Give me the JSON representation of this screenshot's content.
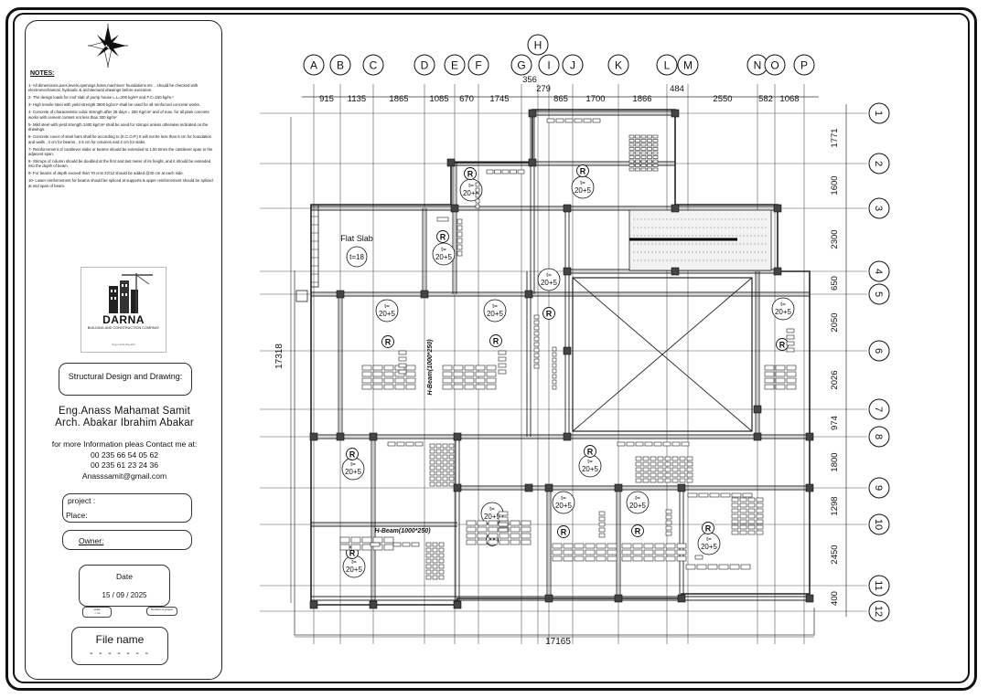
{
  "notes": {
    "title": "NOTES:",
    "items": [
      "1- All dimensions,axes,levels,openings,holes,machines' foundations etc .. should be checked with electromechanical, hydraulic & architectural drawings before execution.",
      "2- The design loads for roof slab of pump house L.L=200 kg/m² and F.C=150 kg/m.²",
      "3- High tensile steel with yield strength 3600 kg/cm² shall be used for all reinforced concrete works.",
      "4- Concrete of characteristic cubic strength after 28 days = 250 Kg/cm² and of max. for all plain concrete works with cement content not less than 300 kg/m²",
      "5- Mild steel with yield strength 2400 kg/cm² shall be used for stirrups unless otherwise indicated on the drawings.",
      "6- Concrete cover of steel bars shall be according to (E.C.O.P.) It will not be less than 5 cm for foundation and walls , 3 cm for beams , 2.5 cm for columns and 2 cm for slabs.",
      "7- Reinforcement of cantilever slabs or beams should be extended to 1.50 times the cantilever span to the adjacent span.",
      "8- Stirrups of column should be doubled at the first and last meter of its height, and it should be extended into the depth of beam.",
      "9- For beams of depth exceed than 70 cms 2∅12 should be added @30 cm at each side.",
      "10- Lower reinforcement for beams should be spliced at supports & upper reinforcement should be spliced at mid span of beam."
    ]
  },
  "logo": {
    "brand": "DARNA",
    "subtitle": "BUILDING AND CONSTRUCTION COMPANY",
    "tagline": "Sogo Hortit Republic"
  },
  "title_block": {
    "structural_label": "Structural Design and Drawing:",
    "engineer": "Eng.Anass Mahamat Samit",
    "architect": "Arch. Abakar Ibrahim Abakar",
    "contact_intro": "for more Information pleas Contact me at:",
    "phone1": "00 235 66 54 05 62",
    "phone2": "00 235 61 23 24 36",
    "email": "Anasssamit@gmail.com",
    "project_label": "project :",
    "place_label": "Place:",
    "owner_label": "Owner:",
    "date_label": "Date",
    "date_value": "15 / 09 / 2025",
    "scale_label": "scale",
    "scale_value": "- / no",
    "project_no_label": "Number of project",
    "file_label": "File name",
    "file_dashes": "- - - - - - -"
  },
  "plan": {
    "axes_letters": [
      "A",
      "B",
      "C",
      "D",
      "E",
      "F",
      "G",
      "H",
      "I",
      "J",
      "K",
      "L",
      "M",
      "N",
      "O",
      "P"
    ],
    "axes_numbers": [
      "1",
      "2",
      "3",
      "4",
      "5",
      "6",
      "7",
      "8",
      "9",
      "10",
      "11",
      "12"
    ],
    "top_dims": [
      "915",
      "1135",
      "1865",
      "1085",
      "670",
      "1745",
      "356",
      "279",
      "865",
      "1700",
      "1866",
      "484",
      "2550",
      "582",
      "1068"
    ],
    "right_dims": [
      "1771",
      "1600",
      "2300",
      "650",
      "2050",
      "2026",
      "974",
      "1800",
      "1298",
      "2450",
      "400"
    ],
    "total_left": "17318",
    "total_bottom": "17165",
    "flat_slab_label": "Flat Slab",
    "flat_slab_t": "t=18",
    "slab_t": "t=",
    "slab_depth": "20+5",
    "rib_mark": "R",
    "beam_label": "H-Beam(1000*250)"
  }
}
